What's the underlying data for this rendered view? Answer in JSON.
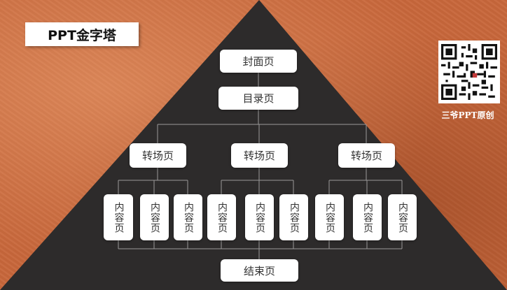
{
  "title": "PPT金字塔",
  "brand_text": "三爷PPT原创",
  "colors": {
    "background": "#c8673b",
    "pyramid": "#2d2b2b",
    "node_fill": "#ffffff",
    "connector": "#9a9a9a"
  },
  "icons": {
    "qr_code": "qr-code-icon"
  },
  "pyramid": {
    "cover": "封面页",
    "toc": "目录页",
    "sections": [
      {
        "label": "转场页",
        "contents": [
          "内容页",
          "内容页",
          "内容页"
        ]
      },
      {
        "label": "转场页",
        "contents": [
          "内容页",
          "内容页",
          "内容页"
        ]
      },
      {
        "label": "转场页",
        "contents": [
          "内容页",
          "内容页",
          "内容页"
        ]
      }
    ],
    "end": "结束页"
  }
}
